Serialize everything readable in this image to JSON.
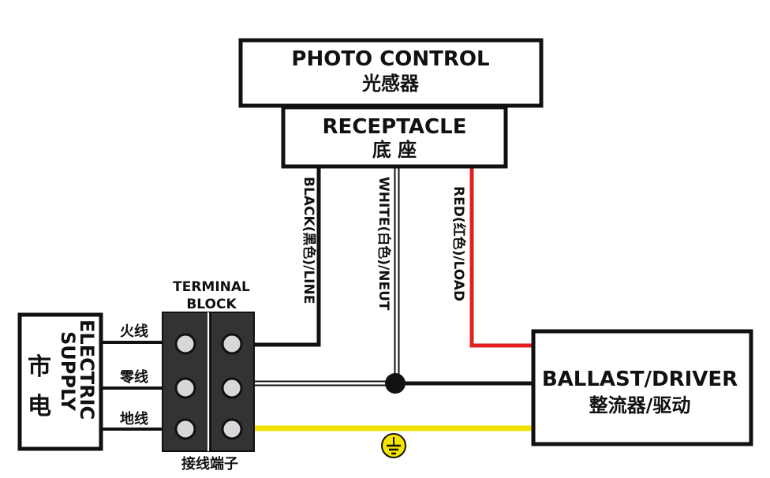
{
  "photo_control": {
    "label_en": "PHOTO CONTROL",
    "label_cn": "光感器"
  },
  "receptacle": {
    "label_en": "RECEPTACLE",
    "label_cn": "底 座"
  },
  "wires": {
    "black": {
      "label": "BLACK(黑色)/LINE",
      "color": "#111111"
    },
    "white": {
      "label": "WHITE(白色)/NEUT",
      "color": "#ffffff"
    },
    "red": {
      "label": "RED(红色)/LOAD",
      "color": "#e02020"
    },
    "ground": {
      "color": "#f0e000"
    }
  },
  "terminal_block": {
    "title_line1": "TERMINAL",
    "title_line2": "BLOCK",
    "caption_cn": "接线端子"
  },
  "supply": {
    "label_en_line1": "ELECTRIC",
    "label_en_line2": "SUPPLY",
    "label_cn_line1": "市",
    "label_cn_line2": "电",
    "live_cn": "火线",
    "neutral_cn": "零线",
    "ground_cn": "地线"
  },
  "ballast": {
    "label_en": "BALLAST/DRIVER",
    "label_cn": "整流器/驱动"
  },
  "ground_symbol": {
    "icon": "earth-ground-icon",
    "color": "#f5e400"
  }
}
